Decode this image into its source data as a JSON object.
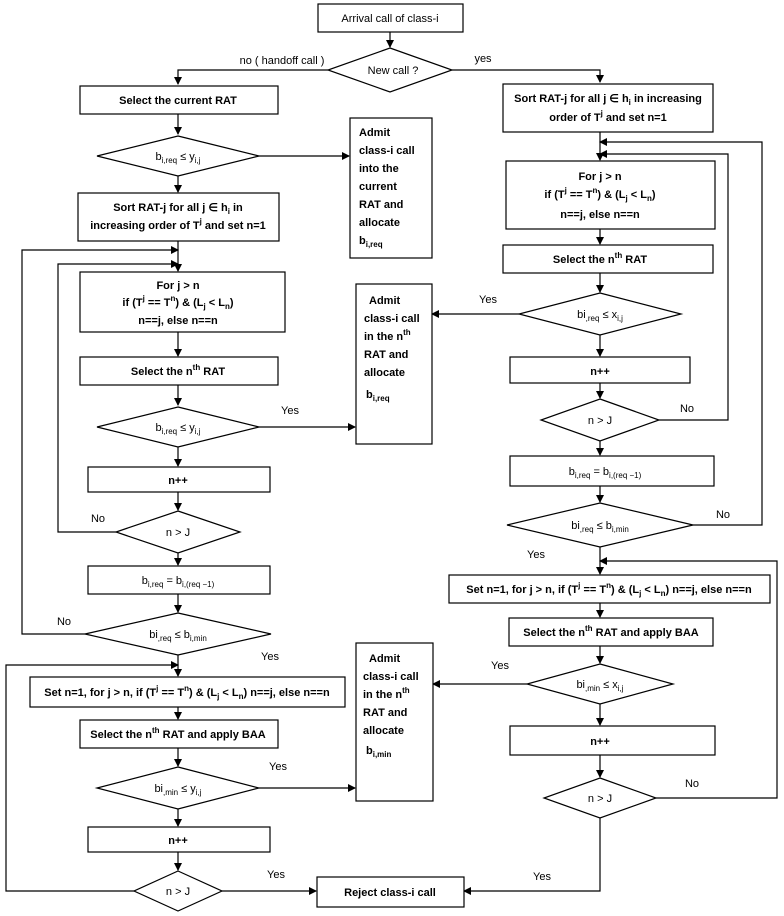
{
  "nodes": {
    "start": "Arrival call of class-i",
    "new_call": "New call ?",
    "branch_no": "no ( handoff call )",
    "branch_yes": "yes",
    "l_select_current": "Select the current RAT",
    "l_check_1": [
      "b",
      "i,req",
      " ≤ y",
      "i,j"
    ],
    "l_admit_current": [
      "Admit",
      "class-i call",
      "into the",
      "current",
      "RAT and",
      "allocate"
    ],
    "l_admit_current_b": [
      "b",
      "i,req"
    ],
    "l_sort": [
      "Sort  RAT-j  for  all  j ∈ h",
      "i",
      "  in",
      "increasing order of T",
      "j",
      " and set n=1"
    ],
    "l_loop1_cond": [
      "For j > n",
      "if (T",
      "j",
      " == T",
      "n",
      ") & (L",
      "j",
      " < L",
      "n",
      ")",
      "n==j, else n==n"
    ],
    "l_select_nth": [
      "Select the n",
      "th",
      " RAT"
    ],
    "l_check_2": [
      "b",
      "i,req",
      " ≤ y",
      "i,j"
    ],
    "l_npp_1": "n++",
    "l_nJ_1": "n > J",
    "l_reduce": [
      "b",
      "i,req",
      " = b",
      "i,(req −1)"
    ],
    "l_check_min": [
      "bi",
      ",req",
      " ≤ b",
      "i,min"
    ],
    "l_sort_baa": [
      "Set n=1, for j > n, if (T",
      "j",
      " == T",
      "n",
      ") & (L",
      "j",
      " < L",
      "n",
      ")  n==j, else n==n"
    ],
    "l_select_baa": [
      "Select the n",
      "th",
      " RAT and apply BAA"
    ],
    "l_check_3": [
      "bi",
      ",min",
      " ≤ y",
      "i,j"
    ],
    "l_npp_2": "n++",
    "l_nJ_2": "n > J",
    "admit_nth_req": [
      "Admit",
      "class-i call",
      "in the n",
      "th",
      "RAT and",
      "allocate"
    ],
    "admit_nth_req_b": [
      "b",
      "i,req"
    ],
    "admit_nth_min": [
      "Admit",
      "class-i call",
      "in the n",
      "th",
      "RAT and",
      "allocate"
    ],
    "admit_nth_min_b": [
      "b",
      "i,min"
    ],
    "reject": "Reject class-i call",
    "r_sort": [
      "Sort RAT-j for all j ∈ h",
      "i",
      " in increasing",
      "order of T",
      "j",
      " and set n=1"
    ],
    "r_loop1_cond": [
      "For j > n",
      "if (T",
      "j",
      " == T",
      "n",
      ") & (L",
      "j",
      " < L",
      "n",
      ")",
      "n==j, else n==n"
    ],
    "r_select_nth": [
      "Select the n",
      "th",
      " RAT"
    ],
    "r_check_1": [
      "bi",
      ",req",
      " ≤ x",
      "i,j"
    ],
    "r_npp_1": "n++",
    "r_nJ_1": "n > J",
    "r_reduce": [
      "b",
      "i,req",
      " = b",
      "i,(req −1)"
    ],
    "r_check_min": [
      "bi",
      ",req",
      " ≤ b",
      "i,min"
    ],
    "r_sort_baa": [
      "Set n=1, for j > n, if (T",
      "j",
      " == T",
      "n",
      ") & (L",
      "j",
      " < L",
      "n",
      ")  n==j, else n==n"
    ],
    "r_select_baa": [
      "Select the n",
      "th",
      " RAT and apply BAA"
    ],
    "r_check_2": [
      "bi",
      ",min",
      " ≤ x",
      "i,j"
    ],
    "r_npp_2": "n++",
    "r_nJ_2": "n > J"
  },
  "edge_labels": {
    "yes": "Yes",
    "no": "No"
  }
}
